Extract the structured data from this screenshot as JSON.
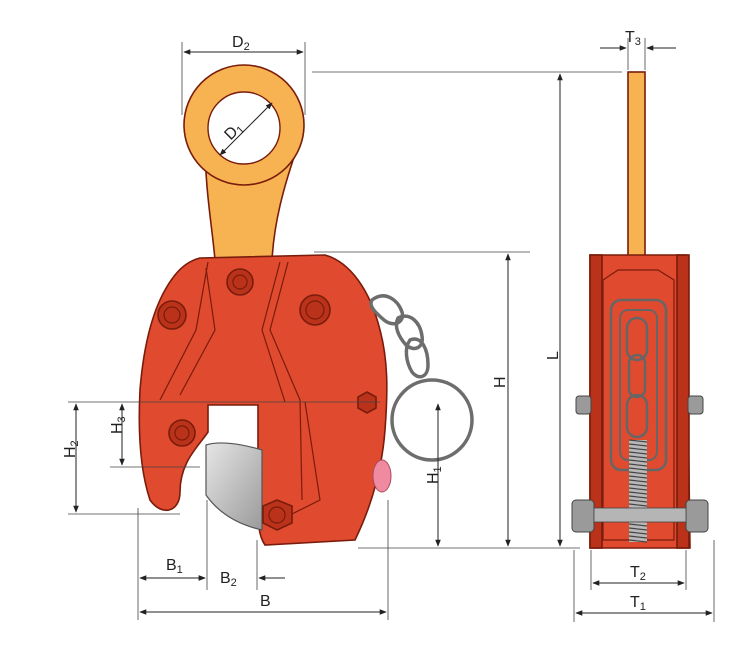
{
  "colors": {
    "body": "#e04a2f",
    "body_dark": "#b93219",
    "eye": "#f7b352",
    "eye_dark": "#d98d2a",
    "jaw": "#c8c8c8",
    "ring": "#8a8a8a",
    "pin": "#f08aa0"
  },
  "labels": {
    "D2": {
      "main": "D",
      "sub": "2"
    },
    "D1": {
      "main": "D",
      "sub": "1"
    },
    "T3": {
      "main": "T",
      "sub": "3"
    },
    "L": {
      "main": "L"
    },
    "H": {
      "main": "H"
    },
    "H1": {
      "main": "H",
      "sub": "1"
    },
    "H2": {
      "main": "H",
      "sub": "2"
    },
    "H3": {
      "main": "H",
      "sub": "3"
    },
    "B1": {
      "main": "B",
      "sub": "1"
    },
    "B2": {
      "main": "B",
      "sub": "2"
    },
    "B": {
      "main": "B"
    },
    "T2": {
      "main": "T",
      "sub": "2"
    },
    "T1": {
      "main": "T",
      "sub": "1"
    }
  }
}
